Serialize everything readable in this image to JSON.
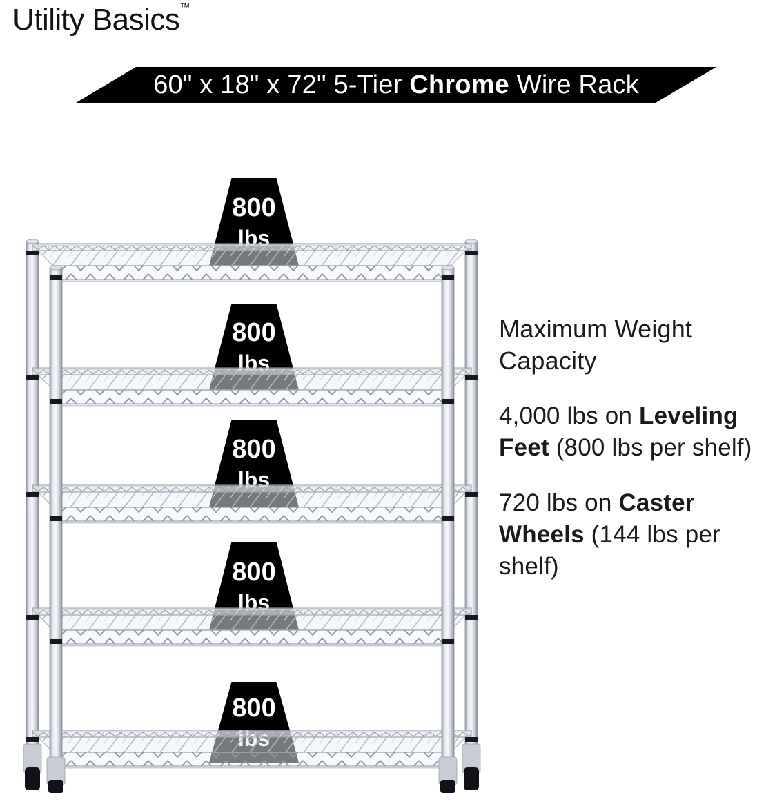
{
  "brand": {
    "name": "Utility Basics",
    "trademark_symbol": "™"
  },
  "banner": {
    "prefix": "60\" x 18\" x 72\" 5-Tier ",
    "highlight": "Chrome",
    "suffix": " Wire Rack",
    "bg_color": "#000000",
    "text_color": "#ffffff"
  },
  "product": {
    "tiers": 5,
    "finish": "Chrome",
    "type": "Wire Rack"
  },
  "weight_badges": [
    {
      "value": "800",
      "unit": "lbs"
    },
    {
      "value": "800",
      "unit": "lbs"
    },
    {
      "value": "800",
      "unit": "lbs"
    },
    {
      "value": "800",
      "unit": "lbs"
    },
    {
      "value": "800",
      "unit": "lbs"
    }
  ],
  "details": {
    "heading": "Maximum Weight Capacity",
    "paragraphs": [
      {
        "prefix": "4,000 lbs on ",
        "bold": "Leveling Feet",
        "suffix": " (800 lbs per shelf)"
      },
      {
        "prefix": "720 lbs on ",
        "bold": "Caster Wheels",
        "suffix": " (144 lbs per shelf)"
      }
    ]
  },
  "colors": {
    "badge_bg": "#000000",
    "badge_text": "#ffffff",
    "banner_bg": "#000000",
    "banner_text": "#ffffff",
    "body_text": "#1a1a1a",
    "chrome_light": "#f2f4f7",
    "chrome_mid": "#c6cbd4",
    "chrome_dark": "#8f97a3"
  }
}
